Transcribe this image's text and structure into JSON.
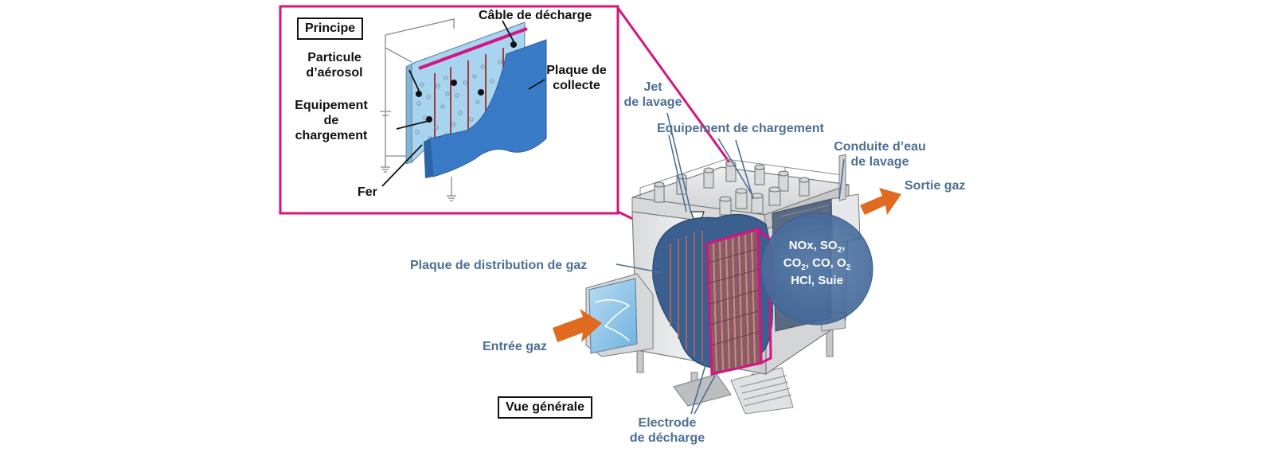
{
  "inset": {
    "title": "Principe",
    "labels": {
      "cable": "Câble de décharge",
      "particle_1": "Particule",
      "particle_2": "d’aérosol",
      "plate_1": "Plaque de",
      "plate_2": "collecte",
      "charging_1": "Equipement",
      "charging_2": "de",
      "charging_3": "chargement",
      "iron": "Fer"
    }
  },
  "main": {
    "title": "Vue générale",
    "labels": {
      "jet_1": "Jet",
      "jet_2": "de lavage",
      "charging": "Equipement de chargement",
      "conduit_1": "Conduite d’eau",
      "conduit_2": "de lavage",
      "gas_out": "Sortie gaz",
      "distribution": "Plaque de distribution de gaz",
      "gas_in": "Entrée gaz",
      "electrode_1": "Electrode",
      "electrode_2": "de décharge"
    },
    "gases": {
      "line1_a": "NOx, SO",
      "line1_sub": "2",
      "line1_b": ",",
      "line2_a": "CO",
      "line2_sub1": "2",
      "line2_b": ", CO, O",
      "line2_sub2": "2",
      "line3": "HCl, Suie"
    }
  },
  "colors": {
    "magenta": "#d4157f",
    "label_blue": "#4d6f93",
    "arrow_orange": "#e06a1f",
    "plate_blue": "#3a7bc8",
    "light_blue": "#a9d4ef",
    "rod_red": "#a33b3b"
  }
}
